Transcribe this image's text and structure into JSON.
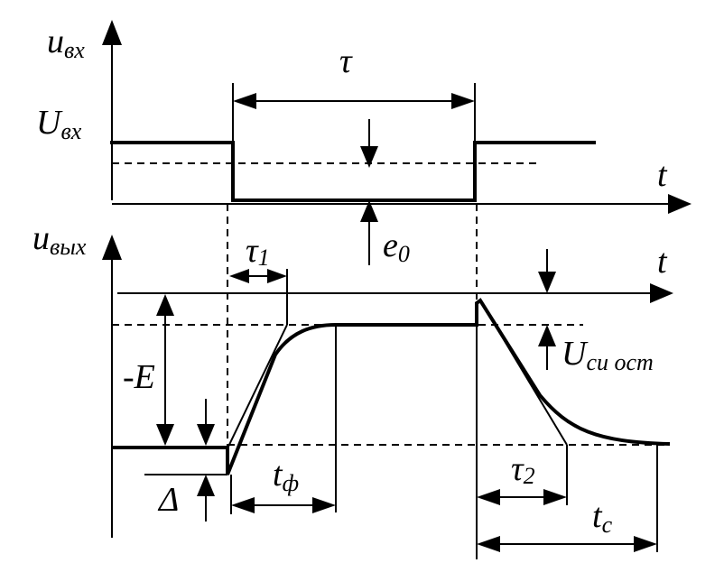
{
  "labels": {
    "u_in": {
      "main": "u",
      "sub": "вх"
    },
    "U_in": {
      "main": "U",
      "sub": "вх"
    },
    "t_top": "t",
    "tau": "τ",
    "e0": {
      "main": "e",
      "sub": "0"
    },
    "u_out": {
      "main": "u",
      "sub": "вых"
    },
    "t_bottom": "t",
    "tau1": {
      "main": "τ",
      "sub": "1"
    },
    "minus_E": "-E",
    "U_si_ost": {
      "main": "U",
      "sub": "си ост"
    },
    "delta": "Δ",
    "t_f": {
      "main": "t",
      "sub": "ф"
    },
    "tau2": {
      "main": "τ",
      "sub": "2"
    },
    "t_c": {
      "main": "t",
      "sub": "c"
    }
  }
}
